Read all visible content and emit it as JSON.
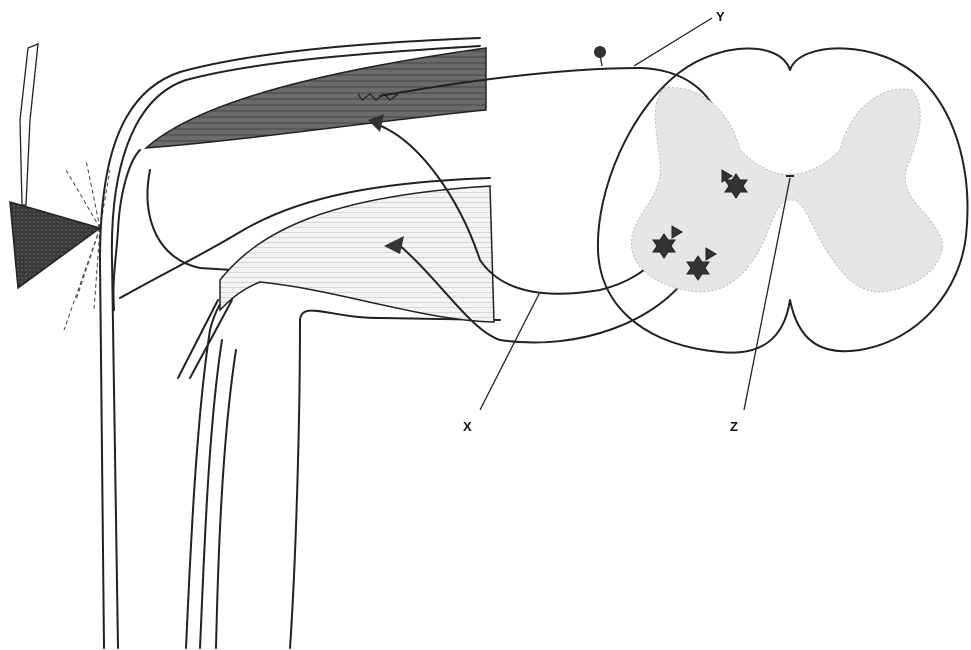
{
  "labels": {
    "x": "X",
    "y": "Y",
    "z": "Z"
  },
  "colors": {
    "line": "#222222",
    "muscle_dark": "#5a5a5a",
    "grey_matter": "#e6e6e6",
    "tendon_fill": "#f0f0f0",
    "hammer": "#3d3d3d"
  }
}
